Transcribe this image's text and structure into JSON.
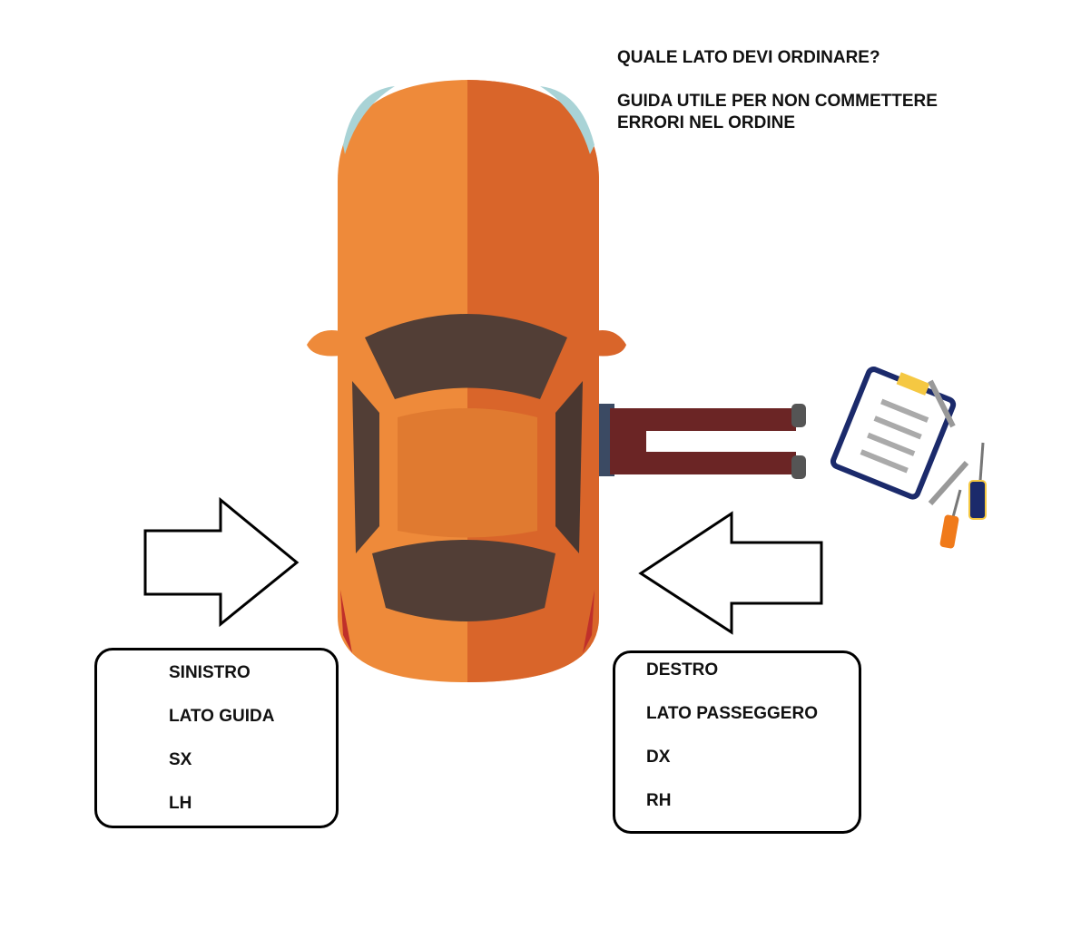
{
  "header": {
    "question": "QUALE LATO DEVI ORDINARE?",
    "subtitle_line1": "GUIDA UTILE PER NON COMMETTERE",
    "subtitle_line2": "ERRORI NEL ORDINE"
  },
  "left_box": {
    "lines": [
      "SINISTRO",
      "LATO GUIDA",
      "SX",
      "LH"
    ]
  },
  "right_box": {
    "lines": [
      "DESTRO",
      "LATO PASSEGGERO",
      "DX",
      "RH"
    ]
  },
  "colors": {
    "car_light": "#EE8A3A",
    "car_dark": "#D9652A",
    "glass": "#523E36",
    "legs": "#6B2525"
  }
}
